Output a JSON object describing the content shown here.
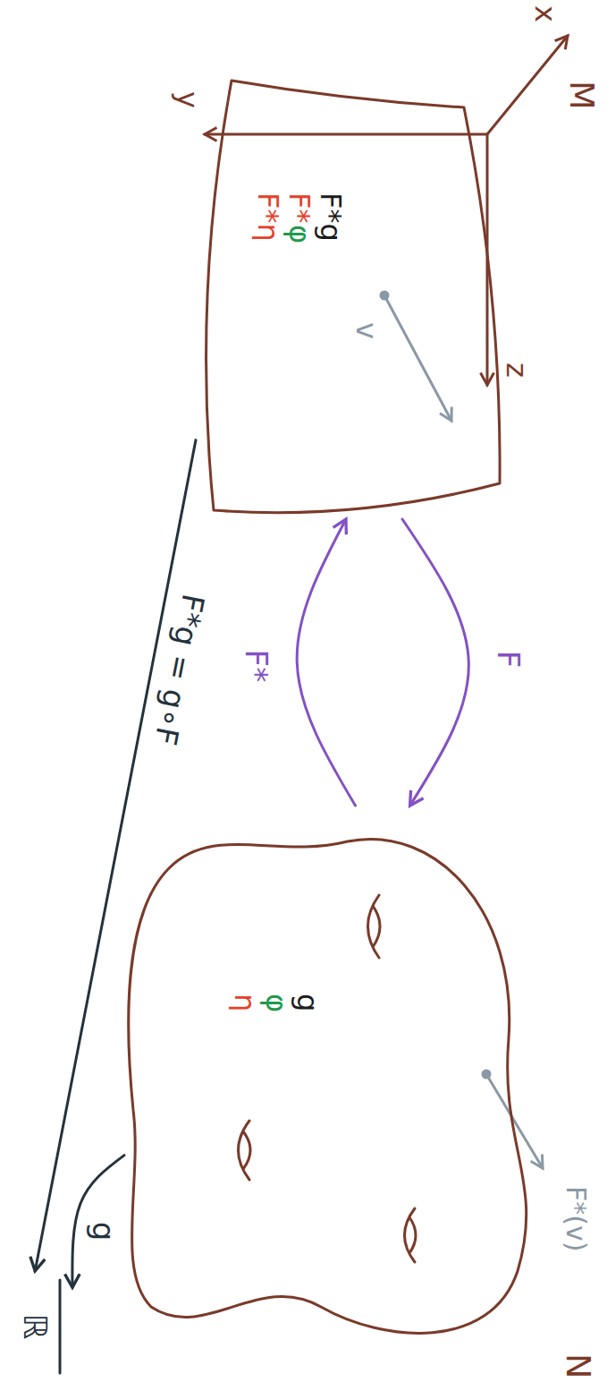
{
  "diagram": {
    "nodes": [
      {
        "text": [
          "M",
          "F*g",
          "F*",
          "φ",
          "F*η"
        ]
      },
      {
        "text": [
          "N",
          "g",
          "φ",
          "η"
        ]
      },
      {
        "text": [
          "ℝ"
        ]
      }
    ],
    "edges": [
      {
        "from": 0,
        "to": 1,
        "arrow": "to",
        "label": "F"
      },
      {
        "from": 1,
        "to": 0,
        "arrow": "to",
        "label": "F*"
      },
      {
        "from": 0,
        "to": 2,
        "arrow": "to",
        "label": "F*g = g∘F"
      },
      {
        "from": 1,
        "to": 2,
        "arrow": "to",
        "label": "g"
      }
    ],
    "labels": [
      "x",
      "y",
      "z",
      "v",
      "F*(v)"
    ]
  }
}
